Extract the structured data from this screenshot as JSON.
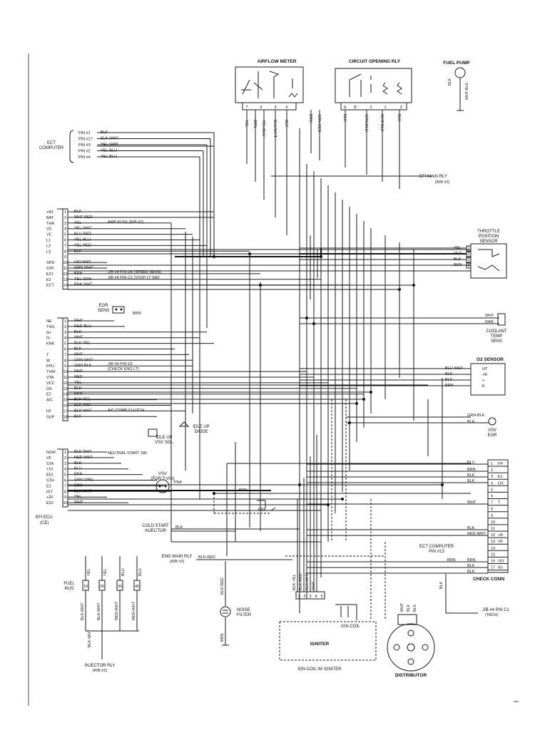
{
  "components": {
    "airflow_meter": "AIRFLOW METER",
    "circuit_opening_rly": "CIRCUIT OPENING RLY",
    "fuel_pump": "FUEL PUMP",
    "ect_computer": [
      "ECT",
      "COMPUTER"
    ],
    "efi_main_rly": [
      "EFI MAIN RLY",
      "(R/B #2)"
    ],
    "tps": [
      "THROTTLE",
      "POSITION",
      "SENSOR"
    ],
    "egr_sens": [
      "EGR",
      "SENS"
    ],
    "coolant": [
      "COOLANT",
      "TEMP",
      "SENS"
    ],
    "o2_sensor": "O2 SENSOR",
    "vsv_egr": [
      "VSV",
      "EGR"
    ],
    "idle_up_vsv": [
      "IDLE UP",
      "VSV SOL"
    ],
    "idle_up_diode": [
      "IDLE UP",
      "DIODE"
    ],
    "vsv_fpr": [
      "VSV",
      "(FOR T-VIS)"
    ],
    "ecu": [
      "EFI ECU",
      "(CE)"
    ],
    "cold_start": [
      "COLD START",
      "INJECTOR"
    ],
    "eng_main_rly": [
      "ENG MAIN RLY",
      "(R/B #2)"
    ],
    "ect_pin13": [
      "ECT COMPUTER",
      "PIN #13"
    ],
    "check_conn": "CHECK CONN",
    "jb_pin": [
      "J/B #4 PIN C1",
      "(TACH)"
    ],
    "fuel_inj": [
      "FUEL",
      "INJS"
    ],
    "noise_filter": [
      "NOISE",
      "FILTER"
    ],
    "ign_coil": "IGN COIL",
    "igniter": "IGNITER",
    "ign_coil_igniter": "IGN COIL W/ IGNITER",
    "distributor": "DISTRIBUTOR",
    "injector_rly": [
      "INJECTOR RLY",
      "(R/B #2)"
    ]
  },
  "ect_pins": [
    "PIN #1",
    "PIN #17",
    "PIN #3",
    "PIN #2",
    "PIN #4"
  ],
  "ect_wires": [
    "BLK",
    "BLK-WHT",
    "YEL-GRN",
    "YEL-BLU",
    "YEL-BLU"
  ],
  "ecu_groups": [
    {
      "rows": [
        {
          "n": "+B1",
          "p": "1",
          "w": "BLK"
        },
        {
          "n": "BAT",
          "p": "2",
          "w": "WHT-RED"
        },
        {
          "n": "THA",
          "p": "3",
          "w": "YEL"
        },
        {
          "n": "VS",
          "p": "4",
          "w": "YEL-WHT"
        },
        {
          "n": "VC",
          "p": "5",
          "w": "BLU-RED"
        },
        {
          "n": "L1",
          "p": "6",
          "w": "YEL-BLU"
        },
        {
          "n": "L2",
          "p": "7",
          "w": "YEL-RED"
        },
        {
          "n": "L3",
          "p": "8",
          "w": "BLK"
        },
        {
          "n": "",
          "p": "9",
          "w": ""
        },
        {
          "n": "SPD",
          "p": "10",
          "w": "VIO-WHT"
        },
        {
          "n": "STP",
          "p": "11",
          "w": "GRN-WHT"
        },
        {
          "n": "E21",
          "p": "12",
          "w": "BRN"
        },
        {
          "n": "E2",
          "p": "13",
          "w": "YEL-GRN"
        },
        {
          "n": "ECT",
          "p": "14",
          "w": "PNK-WHT"
        }
      ]
    },
    {
      "rows": [
        {
          "n": "NE",
          "p": "1",
          "w": "WHT"
        },
        {
          "n": "THG",
          "p": "2",
          "w": "RED-BLU"
        },
        {
          "n": "G+",
          "p": "3",
          "w": "BLK"
        },
        {
          "n": "G-",
          "p": "4",
          "w": "WHT"
        },
        {
          "n": "KNK",
          "p": "5",
          "w": "BLK-YEL"
        },
        {
          "n": "",
          "p": "6",
          "w": "BLK"
        },
        {
          "n": "T",
          "p": "7",
          "w": "WHT"
        },
        {
          "n": "W",
          "p": "8",
          "w": "GRN-WHT"
        },
        {
          "n": "FPU",
          "p": "9",
          "w": "GRN-BLK"
        },
        {
          "n": "THW",
          "p": "10",
          "w": "WHT"
        },
        {
          "n": "VTA",
          "p": "11",
          "w": "RED"
        },
        {
          "n": "VCC",
          "p": "12",
          "w": "YEL"
        },
        {
          "n": "OX",
          "p": "13",
          "w": "BLK"
        },
        {
          "n": "E2",
          "p": "14",
          "w": "BRN"
        },
        {
          "n": "A/C",
          "p": "15",
          "w": "BLK-YEL"
        },
        {
          "n": "",
          "p": "16",
          "w": "BLK-WHT"
        },
        {
          "n": "HT",
          "p": "17",
          "w": "BLK-WHT"
        },
        {
          "n": "SUP",
          "p": "18",
          "w": "BLK"
        }
      ]
    },
    {
      "rows": [
        {
          "n": "NSW",
          "p": "1",
          "w": "BLK-WHT"
        },
        {
          "n": "VF",
          "p": "2",
          "w": "RED-WHT"
        },
        {
          "n": "STA",
          "p": "3",
          "w": "BLK"
        },
        {
          "n": "+10",
          "p": "4",
          "w": "BLU"
        },
        {
          "n": "E01",
          "p": "5",
          "w": "BRN"
        },
        {
          "n": "STH",
          "p": "6",
          "w": "GRN-ORG"
        },
        {
          "n": "E1",
          "p": "7",
          "w": "BRN"
        },
        {
          "n": "IGT",
          "p": "8",
          "w": "BLK-WHT"
        },
        {
          "n": "+20",
          "p": "9",
          "w": "YEL"
        },
        {
          "n": "E02",
          "p": "10",
          "w": "WHT"
        }
      ]
    }
  ],
  "notes": {
    "amb_fuse": "AMB FUSE (R/B #2)",
    "spd": "J/B #4 PIN D8 (SPEED SENS)",
    "stp": "J/B #4 PIN C1 (STOP LT SW)",
    "chk1": "J/B #4 PIN D2",
    "chk2": "(CHECK ENG LT)",
    "ac": "A/C COMP CLUTCH",
    "neutral": "NEUTRAL START SW",
    "cold_wire": "BLK",
    "eng_wire": "BLK-RED",
    "ect_wire": "BRN"
  },
  "airflow_pins": [
    "7",
    "5",
    "3",
    "6"
  ],
  "airflow_wires": [
    "YEL",
    "BRN",
    "YEL-BLU",
    "BLU-WHT",
    "BLK"
  ],
  "co_pins": [
    "E",
    "B",
    "2",
    "1",
    "3"
  ],
  "co_wires": [
    "BRN",
    "GRN RED",
    "BLK",
    "GRN-BLU",
    "WHT-BLK",
    "BLK"
  ],
  "fuel_pump_wires": [
    "BLK",
    "WHT-BLK"
  ],
  "tps_pins": [
    "1",
    "2",
    "3",
    "4"
  ],
  "tps_wires": [
    "YEL",
    "RED",
    "BLK",
    "BRN"
  ],
  "coolant_wires": [
    "WHT",
    "RAN"
  ],
  "o2_pins": [
    "HT",
    "+B",
    "+",
    "E"
  ],
  "o2_wires": [
    "BLU-WHT",
    "BLK",
    "BLK",
    "BRN"
  ],
  "vsv_egr_wires": [
    "GRN-BLK",
    "BLK"
  ],
  "chk_conn_pins": [
    "FP",
    "",
    "E1",
    "OX",
    "",
    "",
    "T",
    "",
    "",
    "",
    "",
    "+B",
    "VF",
    "",
    "",
    "OG",
    "IG-"
  ],
  "chk_conn_wires": [
    "BLU",
    "BRN",
    "BLK",
    "BLK",
    "WHT",
    "BLK",
    "RED-WHT",
    "BRN",
    "BLK",
    "BLK"
  ],
  "chk_conn_nums": [
    "1",
    "2",
    "3",
    "4",
    "5",
    "6",
    "7",
    "8",
    "9",
    "10",
    "11",
    "12",
    "13",
    "14",
    "15",
    "16",
    "17"
  ],
  "ign_pins": [
    "1",
    "2",
    "3",
    "4",
    "5"
  ],
  "ign_wires": [
    "BLK-YEL",
    "BLK-RED",
    "BLK-WHT",
    "WHT"
  ],
  "inj_wires": [
    "YEL",
    "YEL",
    "BLU",
    "BLU"
  ],
  "inj_nums": [
    "10",
    "20",
    "30",
    "40"
  ],
  "inj_bottom": [
    "BLK-WHT",
    "BLK-WHT",
    "RED-WHT",
    "RED-WHT"
  ],
  "inj_common": "BLK-WHT",
  "dist_wires": [
    "WHT",
    "BLK",
    "BLK"
  ],
  "nf_wires": [
    "BLK-RED",
    "BRN"
  ],
  "misc": {
    "egr_wire": "BRN",
    "vsv_wire": "PNK",
    "fpr_wire1": "BRN",
    "fpr_wire2": "PNK",
    "ect_pin13_wire": "BRN"
  }
}
